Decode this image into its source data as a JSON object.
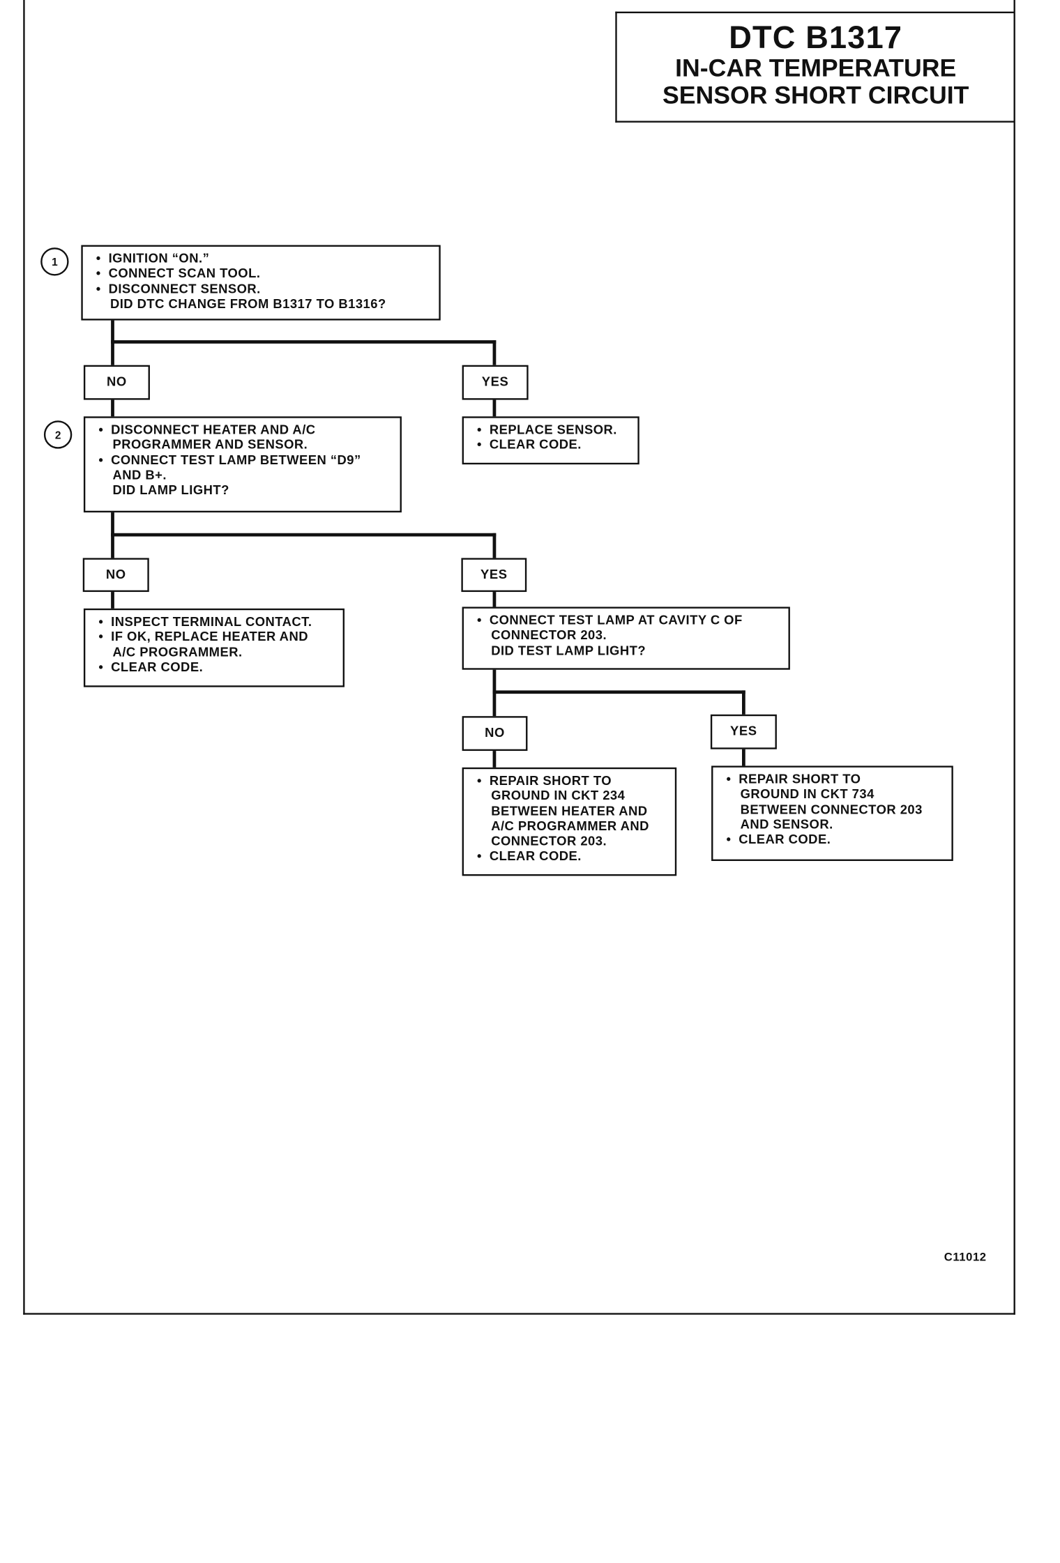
{
  "title": {
    "code": "DTC B1317",
    "line1": "IN-CAR TEMPERATURE",
    "line2": "SENSOR SHORT CIRCUIT"
  },
  "figure_code": "C11012",
  "steps": {
    "step1_number": "1",
    "step2_number": "2"
  },
  "bullet": "•",
  "boxes": {
    "step1": {
      "b1": "IGNITION “ON.”",
      "b2": "CONNECT SCAN TOOL.",
      "b3": "DISCONNECT SENSOR.",
      "q": "DID DTC CHANGE FROM B1317 TO B1316?"
    },
    "replace_sensor": {
      "b1": "REPLACE SENSOR.",
      "b2": "CLEAR CODE."
    },
    "step2": {
      "b1a": "DISCONNECT HEATER AND A/C",
      "b1b": "PROGRAMMER AND SENSOR.",
      "b2a": "CONNECT TEST LAMP BETWEEN “D9”",
      "b2b": "AND B+.",
      "q": "DID LAMP LIGHT?"
    },
    "inspect": {
      "b1": "INSPECT TERMINAL CONTACT.",
      "b2a": "IF OK, REPLACE HEATER AND",
      "b2b": "A/C PROGRAMMER.",
      "b3": "CLEAR CODE."
    },
    "cavity": {
      "b1a": "CONNECT TEST LAMP AT CAVITY C OF",
      "b1b": "CONNECTOR 203.",
      "q": "DID TEST LAMP LIGHT?"
    },
    "repair234": {
      "b1a": "REPAIR SHORT TO",
      "b1b": "GROUND IN CKT 234",
      "b1c": "BETWEEN HEATER AND",
      "b1d": "A/C PROGRAMMER AND",
      "b1e": "CONNECTOR 203.",
      "b2": "CLEAR CODE."
    },
    "repair734": {
      "b1a": "REPAIR SHORT TO",
      "b1b": "GROUND IN CKT 734",
      "b1c": "BETWEEN CONNECTOR 203",
      "b1d": "AND SENSOR.",
      "b2": "CLEAR CODE."
    }
  },
  "labels": {
    "no1": "NO",
    "yes1": "YES",
    "no2": "NO",
    "yes2": "YES",
    "no3": "NO",
    "yes3": "YES"
  }
}
